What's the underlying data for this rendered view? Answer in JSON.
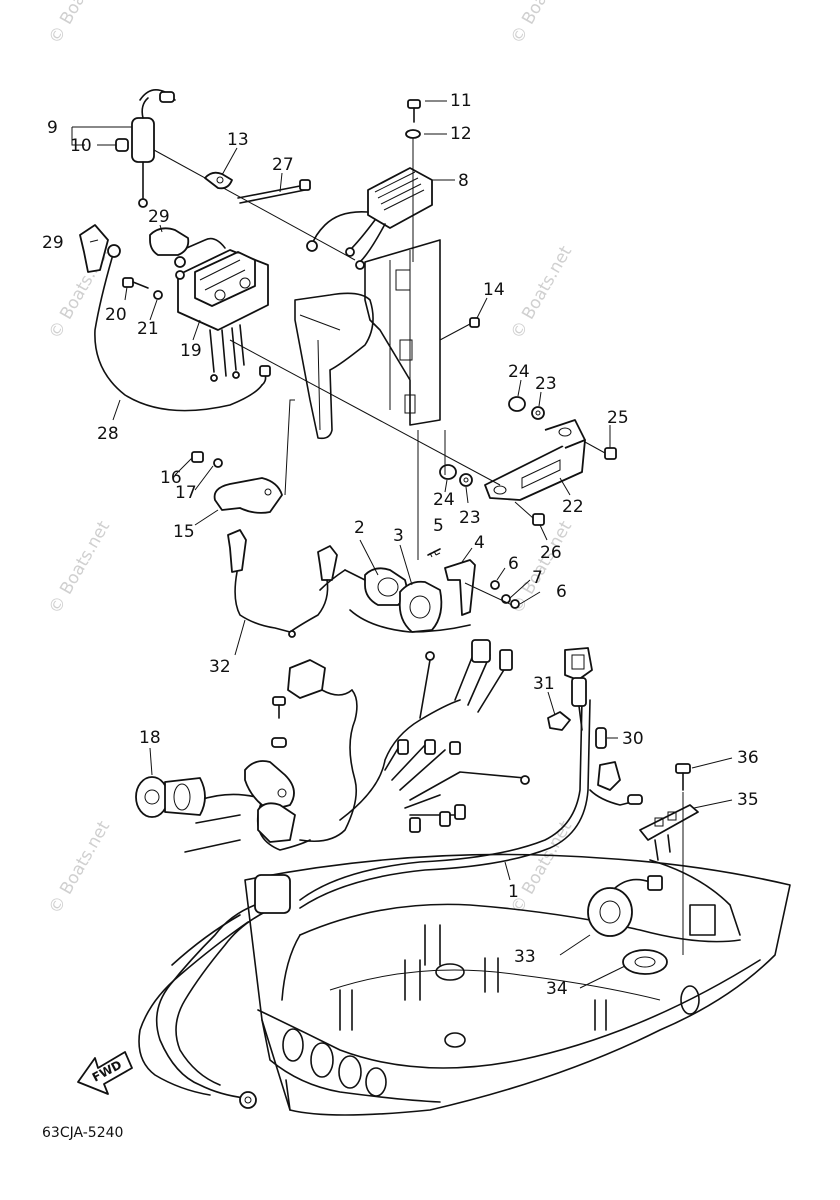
{
  "watermark": "© Boats.net",
  "diagram_code": "63CJA-5240",
  "fwd_arrow_text": "FWD",
  "callouts": {
    "c1": "1",
    "c2": "2",
    "c3": "3",
    "c4": "4",
    "c5": "5",
    "c6a": "6",
    "c6b": "6",
    "c7": "7",
    "c8": "8",
    "c9": "9",
    "c10": "10",
    "c11": "11",
    "c12": "12",
    "c13": "13",
    "c14": "14",
    "c15": "15",
    "c16": "16",
    "c17": "17",
    "c18": "18",
    "c19": "19",
    "c20": "20",
    "c21": "21",
    "c22": "22",
    "c23a": "23",
    "c23b": "23",
    "c24a": "24",
    "c24b": "24",
    "c25": "25",
    "c26": "26",
    "c27": "27",
    "c28": "28",
    "c29a": "29",
    "c29b": "29",
    "c30": "30",
    "c31": "31",
    "c32": "32",
    "c33": "33",
    "c34": "34",
    "c35": "35",
    "c36": "36"
  }
}
